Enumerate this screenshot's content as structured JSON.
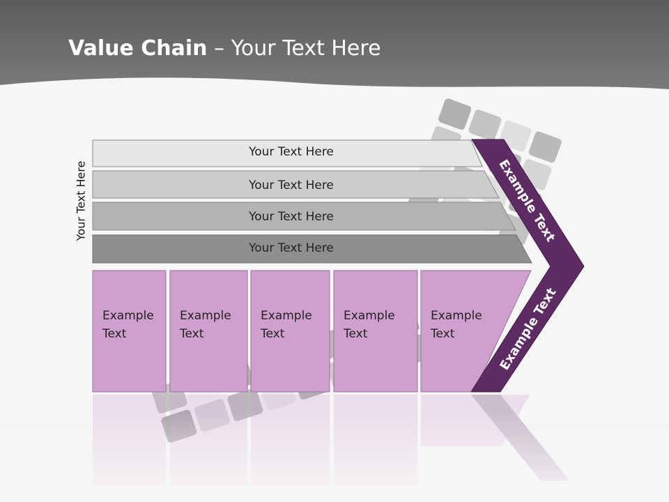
{
  "slide": {
    "title_bold": "Value Chain",
    "title_rest": " – Your Text Here"
  },
  "diagram": {
    "side_label": "Your Text Here",
    "bands": [
      {
        "label": "Your Text Here",
        "color": "#e6e6e6"
      },
      {
        "label": "Your Text Here",
        "color": "#cccccc"
      },
      {
        "label": "Your Text Here",
        "color": "#b3b3b3"
      },
      {
        "label": "Your Text Here",
        "color": "#8f8f8f"
      }
    ],
    "boxes": [
      {
        "line1": "Example",
        "line2": "Text"
      },
      {
        "line1": "Example",
        "line2": "Text"
      },
      {
        "line1": "Example",
        "line2": "Text"
      },
      {
        "line1": "Example",
        "line2": "Text"
      },
      {
        "line1": "Example",
        "line2": "Text"
      }
    ],
    "chevron": {
      "upper_text": "Example Text",
      "lower_text": "Example Text",
      "color": "#5e2b63"
    },
    "box_color": "#cf9fce",
    "header_color": "#6e6e6e"
  }
}
